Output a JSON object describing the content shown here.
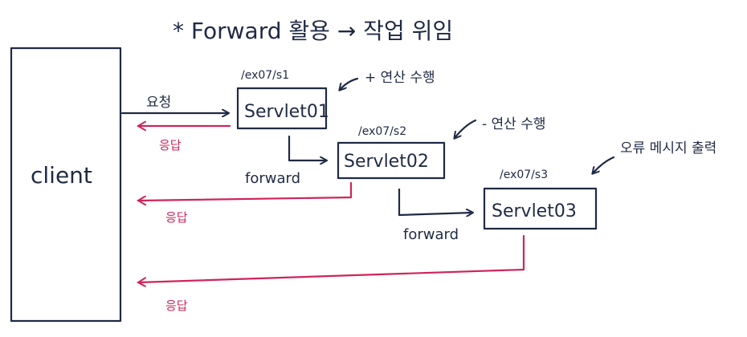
{
  "title": "* Forward 활용 → 작업 위임",
  "client_label": "client",
  "servlets": [
    {
      "name": "Servlet01",
      "path": "/ex07/s1",
      "note": "+ 연산 수행"
    },
    {
      "name": "Servlet02",
      "path": "/ex07/s2",
      "note": "- 연산 수행"
    },
    {
      "name": "Servlet03",
      "path": "/ex07/s3",
      "note": "오류 메시지 출력"
    }
  ],
  "request_label": "요청",
  "response_label": "응답",
  "forward_label": "forward",
  "colors": {
    "ink": "#1f2a44",
    "response": "#d0245a"
  }
}
